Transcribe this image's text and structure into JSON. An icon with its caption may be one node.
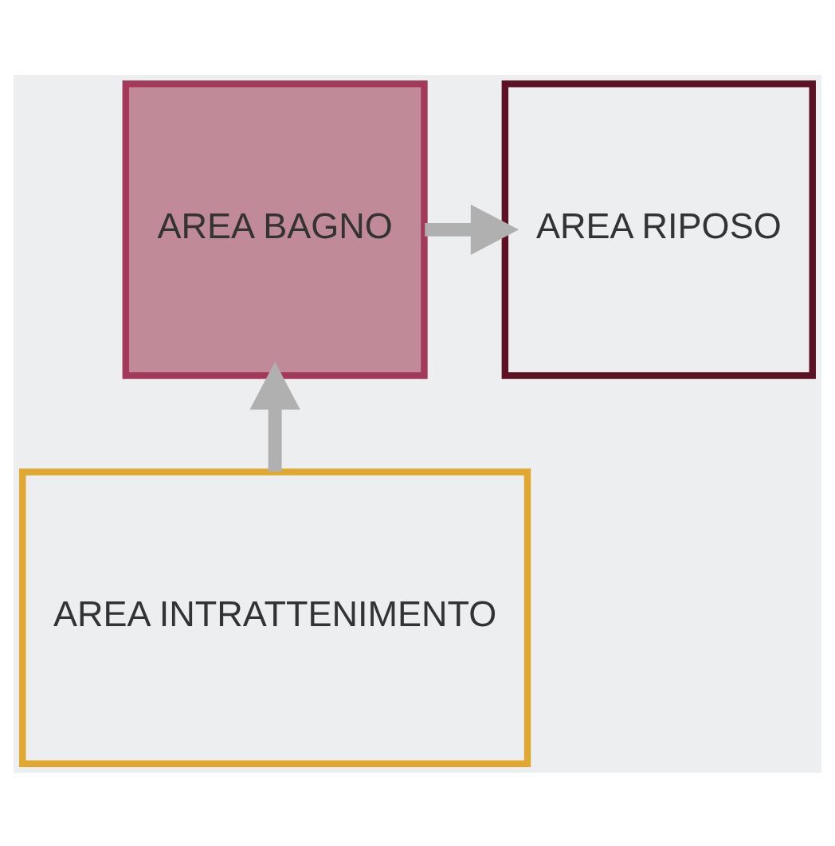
{
  "diagram": {
    "nodes": [
      {
        "text": [
          "AREA BAGNO"
        ]
      },
      {
        "text": [
          "AREA RIPOSO"
        ]
      },
      {
        "text": [
          "AREA INTRATTENIMENTO"
        ]
      }
    ],
    "edges": [
      {
        "from": 2,
        "to": 0,
        "arrow": "to"
      },
      {
        "from": 0,
        "to": 1,
        "arrow": "to"
      }
    ]
  }
}
